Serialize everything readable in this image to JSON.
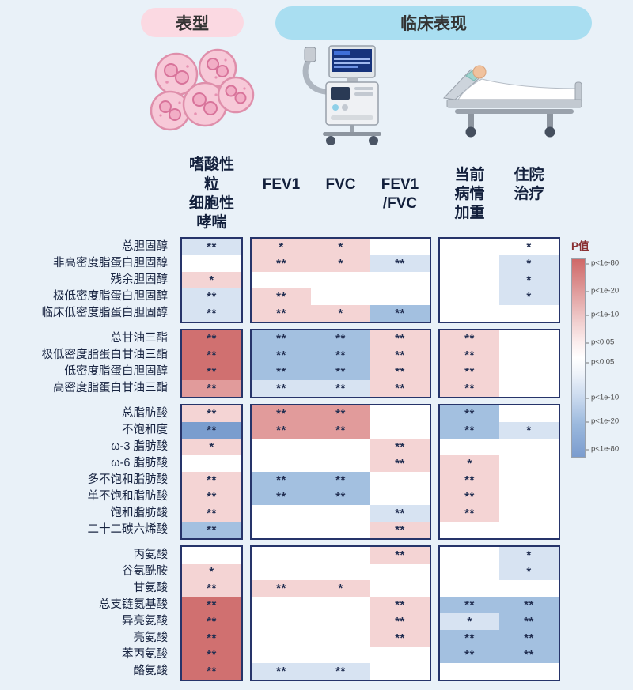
{
  "header": {
    "phenotype": "表型",
    "clinical": "临床表现"
  },
  "columns": [
    {
      "id": "eosinophilic-asthma",
      "label": "嗜酸性粒细胞性哮喘",
      "label_lines": [
        "嗜酸性粒",
        "细胞性哮喘"
      ]
    },
    {
      "id": "fev1",
      "label": "FEV1",
      "label_lines": [
        "FEV1"
      ]
    },
    {
      "id": "fvc",
      "label": "FVC",
      "label_lines": [
        "FVC"
      ]
    },
    {
      "id": "fev1-fvc",
      "label": "FEV1/FVC",
      "label_lines": [
        "FEV1",
        "/FVC"
      ]
    },
    {
      "id": "exacerbation",
      "label": "当前病情加重",
      "label_lines": [
        "当前",
        "病情",
        "加重"
      ]
    },
    {
      "id": "hospitalization",
      "label": "住院治疗",
      "label_lines": [
        "住院",
        "治疗"
      ]
    }
  ],
  "legend": {
    "title": "P值",
    "labels": [
      "p<1e-80",
      "p<1e-20",
      "p<1e-10",
      "p<0.05",
      "p<0.05",
      "p<1e-10",
      "p<1e-20",
      "p<1e-80"
    ]
  },
  "palette": {
    "R3": "#d07070",
    "R2": "#e19b9b",
    "R1": "#f4d4d4",
    "W": "#ffffff",
    "B1": "#d7e3f2",
    "B2": "#a3c0e0",
    "B3": "#7a9dce"
  },
  "chart_data": {
    "type": "heatmap",
    "block_split": [
      1,
      3,
      2
    ],
    "columns": [
      "嗜酸性粒细胞性哮喘",
      "FEV1",
      "FVC",
      "FEV1/FVC",
      "当前病情加重",
      "住院治疗"
    ],
    "cell_encoding": "R=red shade, B=blue shade, W=white; digit 1-3 = increasing color depth (smaller P per legend); trailing */** = significance stars printed in the cell",
    "groups": [
      {
        "rows": [
          {
            "label": "总胆固醇",
            "cells": [
              "B1**",
              "R1*",
              "R1*",
              "W",
              "W",
              "W*"
            ]
          },
          {
            "label": "非高密度脂蛋白胆固醇",
            "cells": [
              "W",
              "R1**",
              "R1*",
              "B1**",
              "W",
              "B1*"
            ]
          },
          {
            "label": "残余胆固醇",
            "cells": [
              "R1*",
              "W",
              "W",
              "W",
              "W",
              "B1*"
            ]
          },
          {
            "label": "极低密度脂蛋白胆固醇",
            "cells": [
              "B1**",
              "R1**",
              "W",
              "W",
              "W",
              "B1*"
            ]
          },
          {
            "label": "临床低密度脂蛋白胆固醇",
            "cells": [
              "B1**",
              "R1**",
              "R1*",
              "B2**",
              "W",
              "W"
            ]
          }
        ]
      },
      {
        "rows": [
          {
            "label": "总甘油三酯",
            "cells": [
              "R3**",
              "B2**",
              "B2**",
              "R1**",
              "R1**",
              "W"
            ]
          },
          {
            "label": "极低密度脂蛋白甘油三酯",
            "cells": [
              "R3**",
              "B2**",
              "B2**",
              "R1**",
              "R1**",
              "W"
            ]
          },
          {
            "label": "低密度脂蛋白胆固醇",
            "cells": [
              "R3**",
              "B2**",
              "B2**",
              "R1**",
              "R1**",
              "W"
            ]
          },
          {
            "label": "高密度脂蛋白甘油三酯",
            "cells": [
              "R2**",
              "B1**",
              "B1**",
              "R1**",
              "R1**",
              "W"
            ]
          }
        ]
      },
      {
        "rows": [
          {
            "label": "总脂肪酸",
            "cells": [
              "R1**",
              "R2**",
              "R2**",
              "W",
              "B2**",
              "W"
            ]
          },
          {
            "label": "不饱和度",
            "cells": [
              "B3**",
              "R2**",
              "R2**",
              "W",
              "B2**",
              "B1*"
            ]
          },
          {
            "label": "ω-3 脂肪酸",
            "cells": [
              "R1*",
              "W",
              "W",
              "R1**",
              "W",
              "W"
            ]
          },
          {
            "label": "ω-6 脂肪酸",
            "cells": [
              "W",
              "W",
              "W",
              "R1**",
              "R1*",
              "W"
            ]
          },
          {
            "label": "多不饱和脂肪酸",
            "cells": [
              "R1**",
              "B2**",
              "B2**",
              "W",
              "R1**",
              "W"
            ]
          },
          {
            "label": "单不饱和脂肪酸",
            "cells": [
              "R1**",
              "B2**",
              "B2**",
              "W",
              "R1**",
              "W"
            ]
          },
          {
            "label": "饱和脂肪酸",
            "cells": [
              "R1**",
              "W",
              "W",
              "B1**",
              "R1**",
              "W"
            ]
          },
          {
            "label": "二十二碳六烯酸",
            "cells": [
              "B2**",
              "W",
              "W",
              "R1**",
              "W",
              "W"
            ]
          }
        ]
      },
      {
        "rows": [
          {
            "label": "丙氨酸",
            "cells": [
              "W",
              "W",
              "W",
              "R1**",
              "W",
              "B1*"
            ]
          },
          {
            "label": "谷氨酰胺",
            "cells": [
              "R1*",
              "W",
              "W",
              "W",
              "W",
              "B1*"
            ]
          },
          {
            "label": "甘氨酸",
            "cells": [
              "R1**",
              "R1**",
              "R1*",
              "W",
              "W",
              "W"
            ]
          },
          {
            "label": "总支链氨基酸",
            "cells": [
              "R3**",
              "W",
              "W",
              "R1**",
              "B2**",
              "B2**"
            ]
          },
          {
            "label": "异亮氨酸",
            "cells": [
              "R3**",
              "W",
              "W",
              "R1**",
              "B1*",
              "B2**"
            ]
          },
          {
            "label": "亮氨酸",
            "cells": [
              "R3**",
              "W",
              "W",
              "R1**",
              "B2**",
              "B2**"
            ]
          },
          {
            "label": "苯丙氨酸",
            "cells": [
              "R3**",
              "W",
              "W",
              "W",
              "B2**",
              "B2**"
            ]
          },
          {
            "label": "酪氨酸",
            "cells": [
              "R3**",
              "B1**",
              "B1**",
              "W",
              "W",
              "W"
            ]
          }
        ]
      }
    ]
  }
}
